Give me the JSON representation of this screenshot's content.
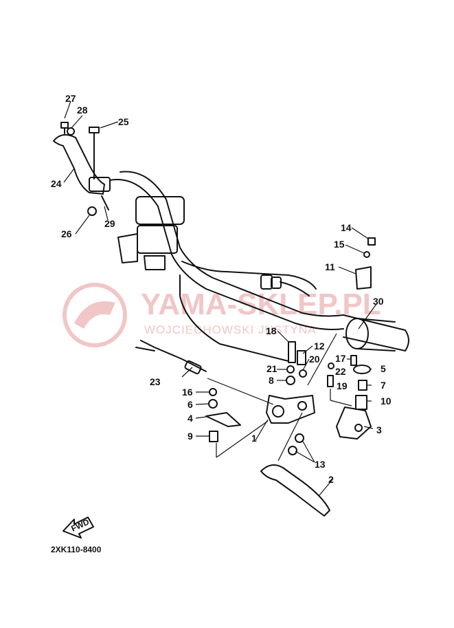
{
  "watermark": {
    "title": "YAMA-SKLEP.PL",
    "subtitle": "WOJCIECHOWSKI JUSTYNA"
  },
  "diagram_code": "2XK110-8400",
  "fwd_label": "FWD",
  "callouts": [
    {
      "id": "c27",
      "text": "27"
    },
    {
      "id": "c28",
      "text": "28"
    },
    {
      "id": "c25",
      "text": "25"
    },
    {
      "id": "c24",
      "text": "24"
    },
    {
      "id": "c26",
      "text": "26"
    },
    {
      "id": "c29",
      "text": "29"
    },
    {
      "id": "c14",
      "text": "14"
    },
    {
      "id": "c15",
      "text": "15"
    },
    {
      "id": "c11",
      "text": "11"
    },
    {
      "id": "c30",
      "text": "30"
    },
    {
      "id": "c18",
      "text": "18"
    },
    {
      "id": "c12",
      "text": "12"
    },
    {
      "id": "c20",
      "text": "20"
    },
    {
      "id": "c21",
      "text": "21"
    },
    {
      "id": "c8",
      "text": "8"
    },
    {
      "id": "c17",
      "text": "17"
    },
    {
      "id": "c22",
      "text": "22"
    },
    {
      "id": "c5",
      "text": "5"
    },
    {
      "id": "c19",
      "text": "19"
    },
    {
      "id": "c7",
      "text": "7"
    },
    {
      "id": "c10",
      "text": "10"
    },
    {
      "id": "c3",
      "text": "3"
    },
    {
      "id": "c23",
      "text": "23"
    },
    {
      "id": "c16",
      "text": "16"
    },
    {
      "id": "c6",
      "text": "6"
    },
    {
      "id": "c4",
      "text": "4"
    },
    {
      "id": "c9",
      "text": "9"
    },
    {
      "id": "c1",
      "text": "1"
    },
    {
      "id": "c13",
      "text": "13"
    },
    {
      "id": "c2",
      "text": "2"
    }
  ]
}
